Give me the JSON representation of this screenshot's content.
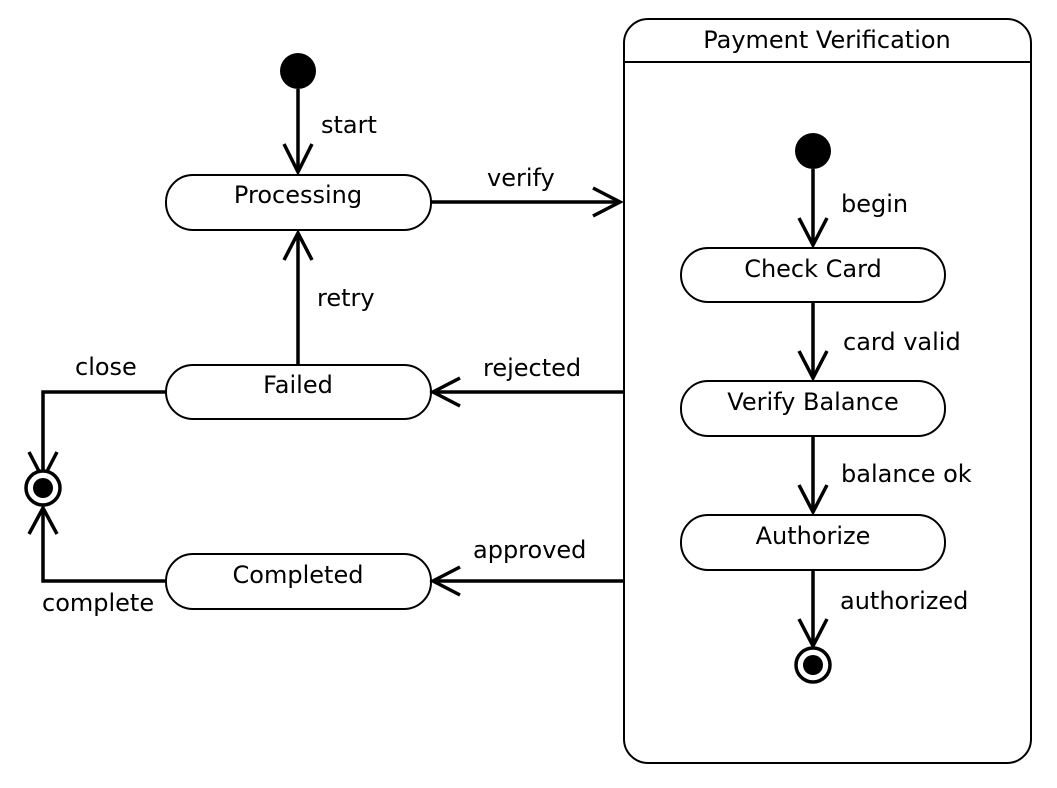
{
  "diagram": {
    "states": {
      "processing": "Processing",
      "failed": "Failed",
      "completed": "Completed"
    },
    "composite": {
      "title": "Payment Verification",
      "states": {
        "check_card": "Check Card",
        "verify_balance": "Verify Balance",
        "authorize": "Authorize"
      }
    },
    "transitions": {
      "start": "start",
      "verify": "verify",
      "retry": "retry",
      "rejected": "rejected",
      "approved": "approved",
      "close": "close",
      "complete": "complete",
      "begin": "begin",
      "card_valid": "card valid",
      "balance_ok": "balance ok",
      "authorized": "authorized"
    }
  }
}
